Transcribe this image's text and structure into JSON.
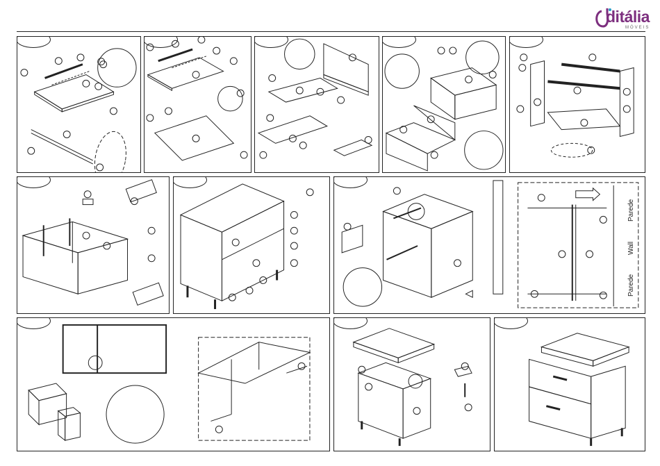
{
  "brand": {
    "name": "ditália",
    "sub": "MÓVEIS",
    "color": "#7d2f7f"
  },
  "wall_labels": {
    "top": "Parede",
    "middle": "Wall",
    "bottom": "Parede"
  },
  "steps": [
    {
      "id": 1,
      "label": ""
    },
    {
      "id": 2,
      "label": ""
    },
    {
      "id": 3,
      "label": ""
    },
    {
      "id": 4,
      "label": ""
    },
    {
      "id": 5,
      "label": ""
    },
    {
      "id": 6,
      "label": ""
    },
    {
      "id": 7,
      "label": ""
    },
    {
      "id": 8,
      "label": ""
    },
    {
      "id": 9,
      "label": ""
    },
    {
      "id": 10,
      "label": ""
    },
    {
      "id": 11,
      "label": ""
    }
  ]
}
